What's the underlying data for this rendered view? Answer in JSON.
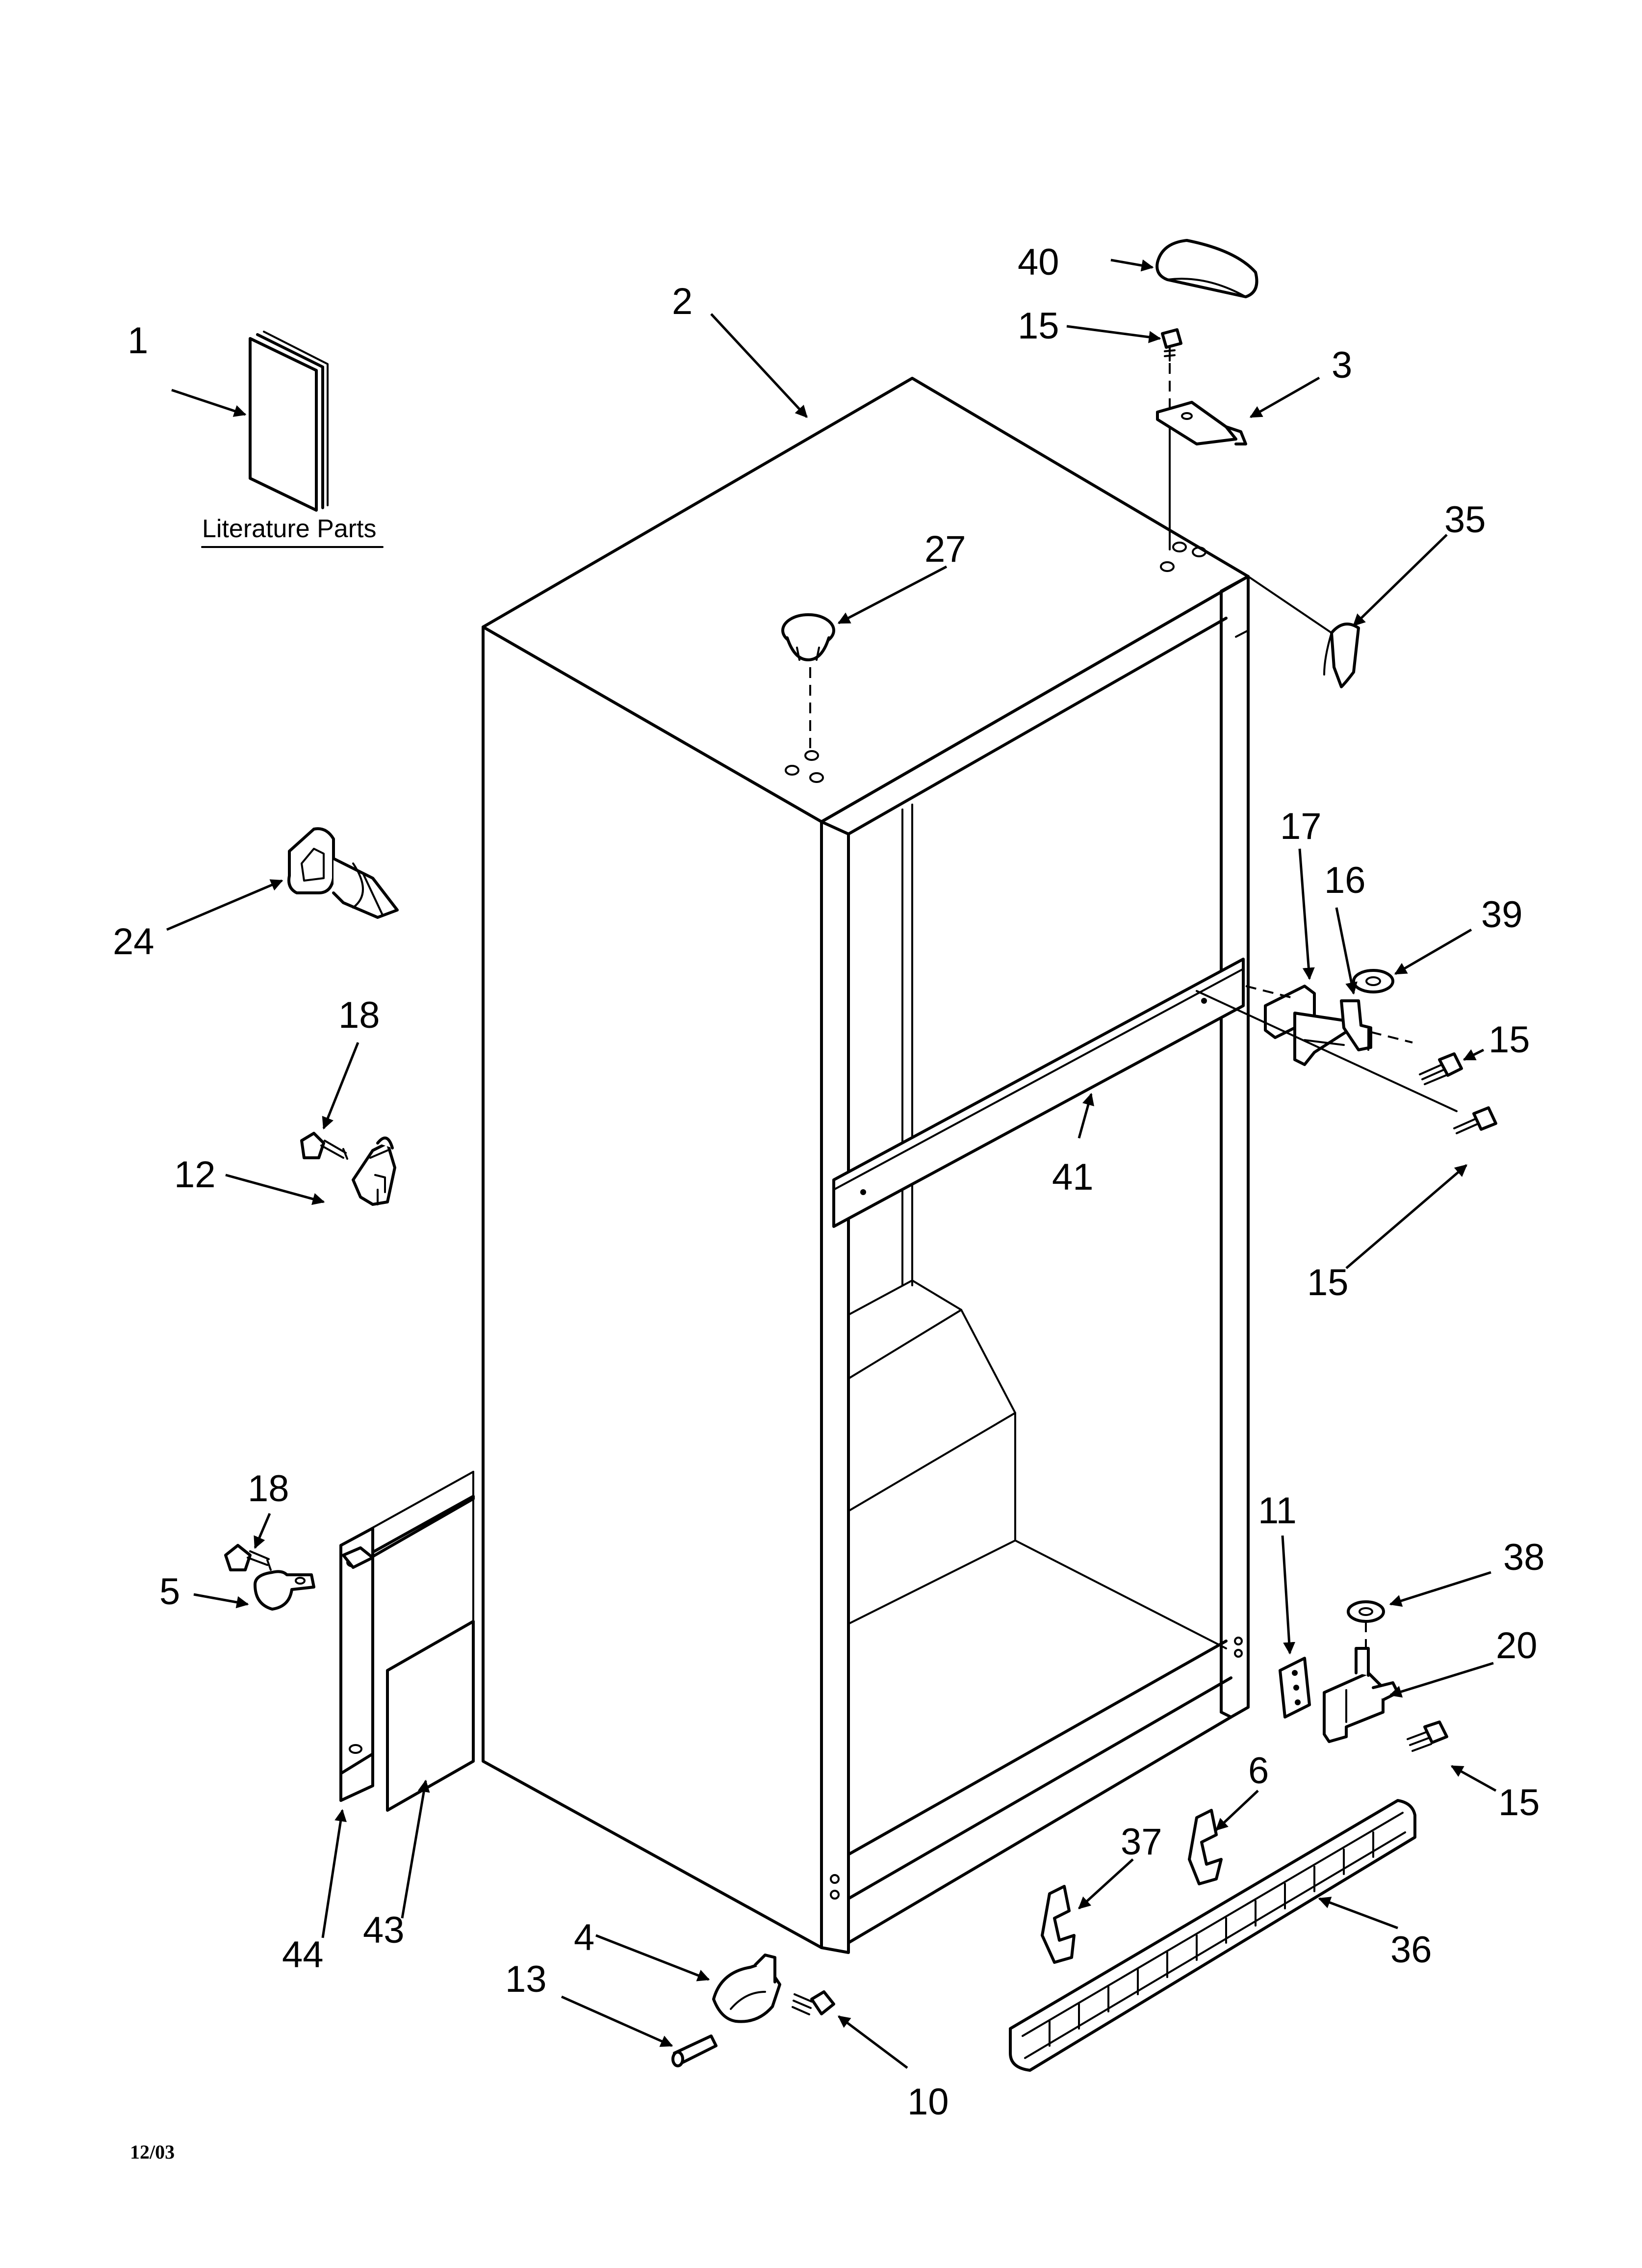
{
  "literature_label": "Literature Parts",
  "date_code": "12/03",
  "callouts": {
    "c1": "1",
    "c2": "2",
    "c3": "3",
    "c4": "4",
    "c5": "5",
    "c6": "6",
    "c10": "10",
    "c11": "11",
    "c12": "12",
    "c13": "13",
    "c15a": "15",
    "c15b": "15",
    "c15c": "15",
    "c15d": "15",
    "c16": "16",
    "c17": "17",
    "c18a": "18",
    "c18b": "18",
    "c20": "20",
    "c24": "24",
    "c27": "27",
    "c35": "35",
    "c36": "36",
    "c37": "37",
    "c38": "38",
    "c39": "39",
    "c40": "40",
    "c41": "41",
    "c43": "43",
    "c44": "44"
  }
}
